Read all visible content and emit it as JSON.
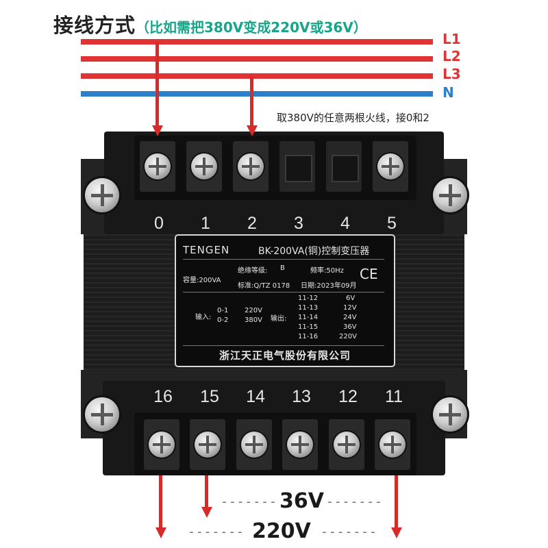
{
  "title": {
    "main": "接线方式",
    "sub": "（比如需把380V变成220V或36V）"
  },
  "phase_lines": [
    {
      "label": "L1",
      "color": "#e03434"
    },
    {
      "label": "L2",
      "color": "#e03434"
    },
    {
      "label": "L3",
      "color": "#e03434"
    },
    {
      "label": "N",
      "color": "#2c7fc9"
    }
  ],
  "instruction": "取380V的任意两根火线，接0和2",
  "top_terminals": [
    "0",
    "1",
    "2",
    "3",
    "4",
    "5"
  ],
  "bottom_terminals": [
    "16",
    "15",
    "14",
    "13",
    "12",
    "11"
  ],
  "nameplate": {
    "brand": "TENGEN",
    "model": "BK-200VA(铜)控制变压器",
    "capacity": "容量:200VA",
    "insulation_label": "绝缘等级:",
    "insulation_value": "B",
    "frequency": "频率:50Hz",
    "standard": "标准:Q/TZ 0178",
    "date": "日期:2023年09月",
    "ce_mark": "CE",
    "input_label": "输入:",
    "inputs": [
      {
        "terminals": "0-1",
        "voltage": "220V"
      },
      {
        "terminals": "0-2",
        "voltage": "380V"
      }
    ],
    "output_label": "输出:",
    "outputs": [
      {
        "terminals": "11-12",
        "voltage": "6V"
      },
      {
        "terminals": "11-13",
        "voltage": "12V"
      },
      {
        "terminals": "11-14",
        "voltage": "24V"
      },
      {
        "terminals": "11-15",
        "voltage": "36V"
      },
      {
        "terminals": "11-16",
        "voltage": "220V"
      }
    ],
    "company": "浙江天正电气股份有限公司"
  },
  "outputs_shown": {
    "low": "36V",
    "high": "220V",
    "dashes": "-------"
  }
}
